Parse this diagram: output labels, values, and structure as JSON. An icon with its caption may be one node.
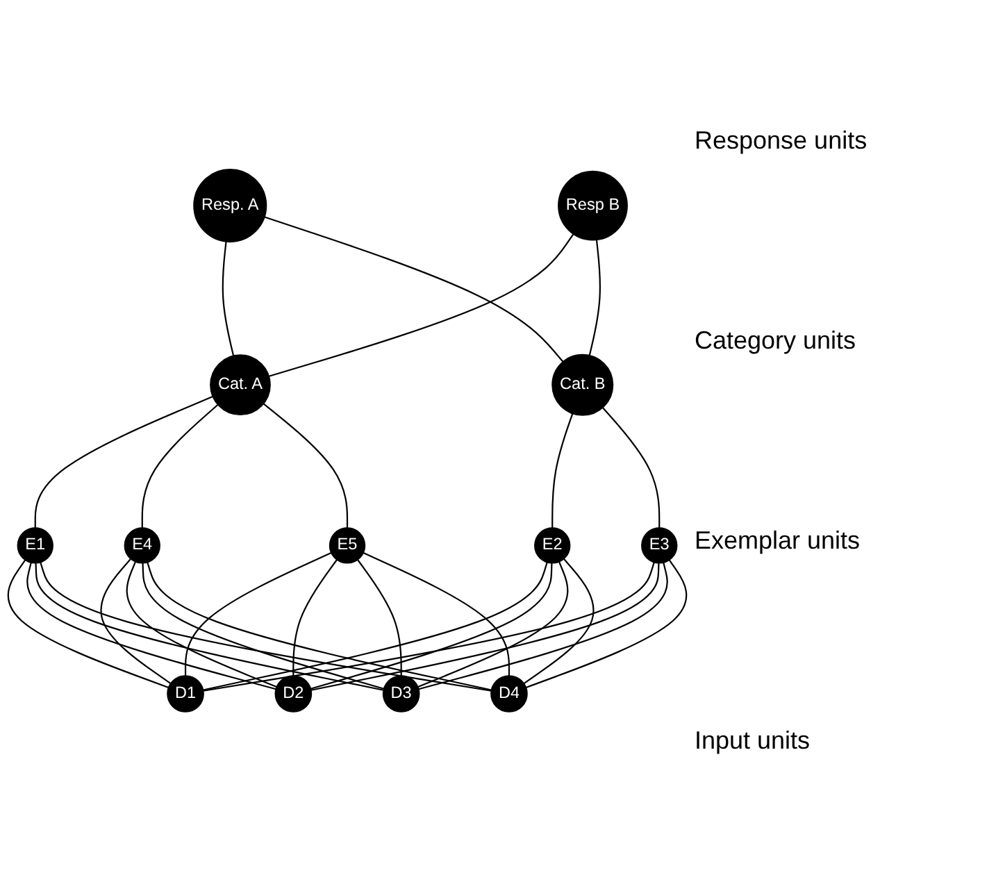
{
  "diagram": {
    "nodes": [
      {
        "text": [
          "Resp. A"
        ]
      },
      {
        "text": [
          "Resp B"
        ]
      },
      {
        "text": [
          "Cat. A"
        ]
      },
      {
        "text": [
          "Cat. B"
        ]
      },
      {
        "text": [
          "E1"
        ]
      },
      {
        "text": [
          "E2"
        ]
      },
      {
        "text": [
          "E3"
        ]
      },
      {
        "text": [
          "E4"
        ]
      },
      {
        "text": [
          "E5"
        ]
      },
      {
        "text": [
          "D1"
        ]
      },
      {
        "text": [
          "D2"
        ]
      },
      {
        "text": [
          "D3"
        ]
      },
      {
        "text": [
          "D4"
        ]
      }
    ],
    "edges": [
      {
        "from": 0,
        "to": 2,
        "arrow": "none"
      },
      {
        "from": 0,
        "to": 3,
        "arrow": "none"
      },
      {
        "from": 1,
        "to": 2,
        "arrow": "none"
      },
      {
        "from": 1,
        "to": 3,
        "arrow": "none"
      },
      {
        "from": 2,
        "to": 4,
        "arrow": "none"
      },
      {
        "from": 2,
        "to": 7,
        "arrow": "none"
      },
      {
        "from": 2,
        "to": 8,
        "arrow": "none"
      },
      {
        "from": 3,
        "to": 5,
        "arrow": "none"
      },
      {
        "from": 3,
        "to": 6,
        "arrow": "none"
      },
      {
        "from": 4,
        "to": 9,
        "arrow": "none"
      },
      {
        "from": 4,
        "to": 10,
        "arrow": "none"
      },
      {
        "from": 4,
        "to": 11,
        "arrow": "none"
      },
      {
        "from": 4,
        "to": 12,
        "arrow": "none"
      },
      {
        "from": 5,
        "to": 9,
        "arrow": "none"
      },
      {
        "from": 5,
        "to": 10,
        "arrow": "none"
      },
      {
        "from": 5,
        "to": 11,
        "arrow": "none"
      },
      {
        "from": 5,
        "to": 12,
        "arrow": "none"
      },
      {
        "from": 6,
        "to": 9,
        "arrow": "none"
      },
      {
        "from": 6,
        "to": 10,
        "arrow": "none"
      },
      {
        "from": 6,
        "to": 11,
        "arrow": "none"
      },
      {
        "from": 6,
        "to": 12,
        "arrow": "none"
      },
      {
        "from": 7,
        "to": 9,
        "arrow": "none"
      },
      {
        "from": 7,
        "to": 10,
        "arrow": "none"
      },
      {
        "from": 7,
        "to": 11,
        "arrow": "none"
      },
      {
        "from": 7,
        "to": 12,
        "arrow": "none"
      },
      {
        "from": 8,
        "to": 9,
        "arrow": "none"
      },
      {
        "from": 8,
        "to": 10,
        "arrow": "none"
      },
      {
        "from": 8,
        "to": 11,
        "arrow": "none"
      },
      {
        "from": 8,
        "to": 12,
        "arrow": "none"
      }
    ],
    "labels": [
      "Response units",
      "Category units",
      "Exemplar units",
      "Input units"
    ]
  }
}
